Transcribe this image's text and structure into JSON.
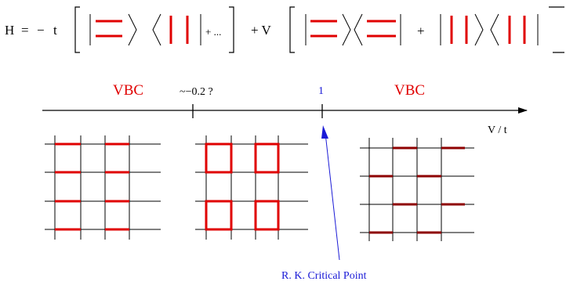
{
  "hamiltonian": {
    "lhs": "H",
    "equals": "=",
    "minus": "−",
    "t": "t",
    "plus_ellipsis": "+ ...",
    "plus_v": "+ V",
    "plus": "+"
  },
  "phase_axis": {
    "left_phase": "VBC",
    "right_phase": "VBC",
    "left_tick": "~−0.2 ?",
    "right_tick": "1",
    "axis_label": "V / t",
    "critical_point": "R. K. Critical Point"
  },
  "colors": {
    "line": "#000000",
    "dimer": "#e00000",
    "blue": "#1a1ad6"
  }
}
